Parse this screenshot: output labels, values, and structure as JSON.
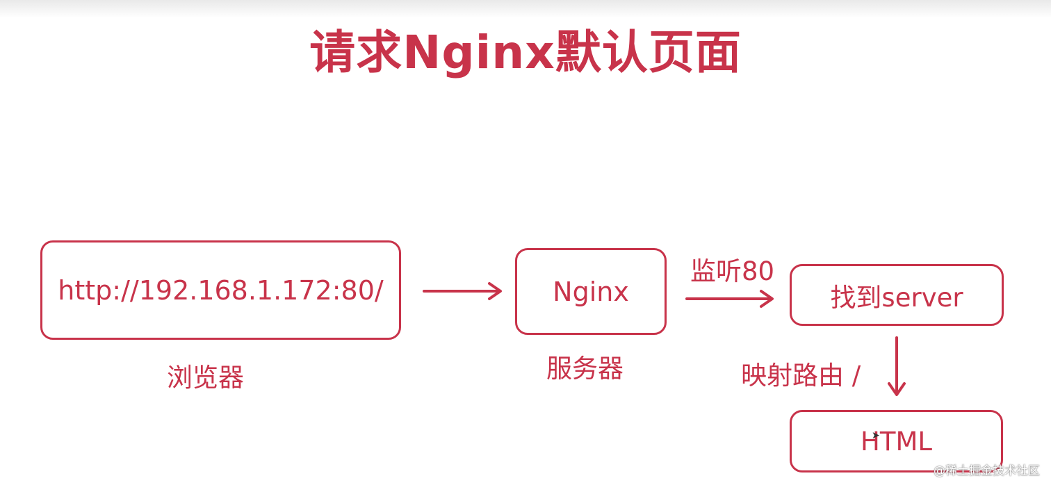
{
  "title": "请求Nginx默认页面",
  "nodes": {
    "url": "http://192.168.1.172:80/",
    "nginx": "Nginx",
    "server": "找到server",
    "html": "HTML"
  },
  "labels": {
    "browser": "浏览器",
    "server_caption": "服务器",
    "listen": "监听80",
    "route": "映射路由 /"
  },
  "watermark": "@稀土掘金技术社区",
  "colors": {
    "accent": "#c8334a"
  }
}
